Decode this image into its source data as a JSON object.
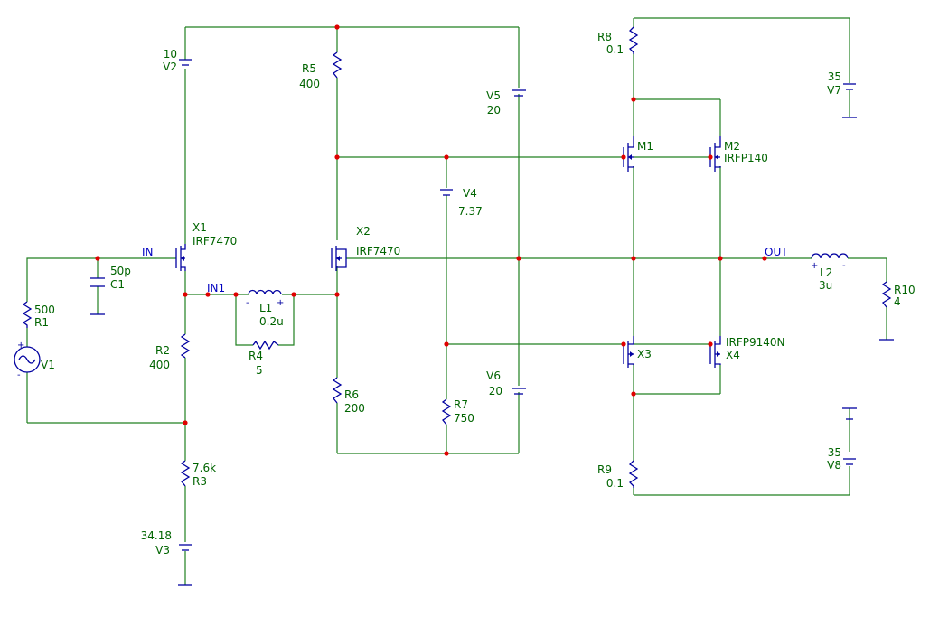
{
  "components": {
    "V1": {
      "name": "V1"
    },
    "R1": {
      "name": "R1",
      "value": "500"
    },
    "C1": {
      "name": "C1",
      "value": "50p"
    },
    "V2": {
      "name": "V2",
      "value": "10"
    },
    "X1": {
      "name": "X1",
      "model": "IRF7470"
    },
    "R2": {
      "name": "R2",
      "value": "400"
    },
    "R3": {
      "name": "R3",
      "value": "7.6k"
    },
    "V3": {
      "name": "V3",
      "value": "34.18"
    },
    "L1": {
      "name": "L1",
      "value": "0.2u"
    },
    "R4": {
      "name": "R4",
      "value": "5"
    },
    "X2": {
      "name": "X2",
      "model": "IRF7470"
    },
    "R5": {
      "name": "R5",
      "value": "400"
    },
    "R6": {
      "name": "R6",
      "value": "200"
    },
    "V4": {
      "name": "V4",
      "value": "7.37"
    },
    "R7": {
      "name": "R7",
      "value": "750"
    },
    "V5": {
      "name": "V5",
      "value": "20"
    },
    "V6": {
      "name": "V6",
      "value": "20"
    },
    "R8": {
      "name": "R8",
      "value": "0.1"
    },
    "R9": {
      "name": "R9",
      "value": "0.1"
    },
    "M1": {
      "name": "M1"
    },
    "M2": {
      "name": "M2",
      "model": "IRFP140"
    },
    "X3": {
      "name": "X3"
    },
    "X4": {
      "name": "X4",
      "model": "IRFP9140N"
    },
    "V7": {
      "name": "V7",
      "value": "35"
    },
    "V8": {
      "name": "V8",
      "value": "35"
    },
    "L2": {
      "name": "L2",
      "value": "3u"
    },
    "R10": {
      "name": "R10",
      "value": "4"
    }
  },
  "nets": {
    "in": "IN",
    "in1": "IN1",
    "out": "OUT"
  },
  "colors": {
    "wire": "#208020",
    "component": "#0000a0",
    "junction": "#e00000",
    "label": "#006400",
    "net_label": "#0000c0"
  }
}
